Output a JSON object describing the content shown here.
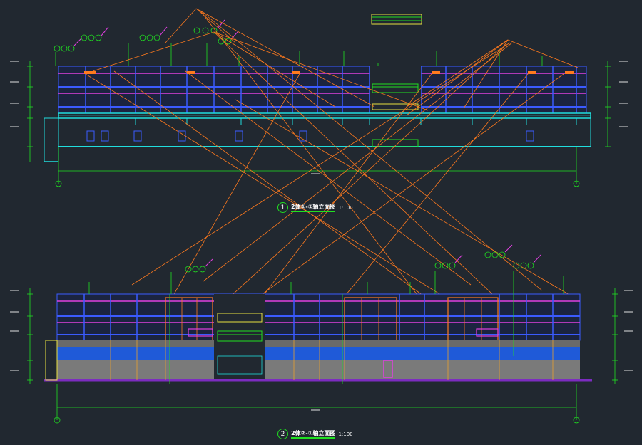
{
  "drawings": [
    {
      "number": "1",
      "title": "2体①-②轴立面图",
      "scale": "1:100"
    },
    {
      "number": "2",
      "title": "2体②-①轴立面图",
      "scale": "1:100"
    }
  ],
  "colors": {
    "background": "#212830",
    "green": "#21e021",
    "cyan": "#21dddd",
    "blue": "#3b5bff",
    "magenta": "#e040e0",
    "orange": "#ff7a1e",
    "yellow": "#e8e040",
    "white": "#ffffff",
    "fill_blue": "#1f5ad8",
    "fill_grey": "#7a7a7a",
    "purple_band": "#7c2cc0"
  }
}
